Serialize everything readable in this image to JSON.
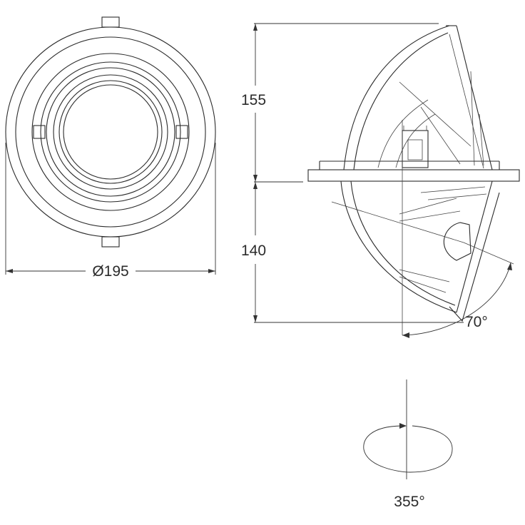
{
  "dimensions": {
    "diameter": "Ø195",
    "height_above": "155",
    "height_below": "140",
    "tilt_angle": "70°",
    "rotation_angle": "355°"
  }
}
